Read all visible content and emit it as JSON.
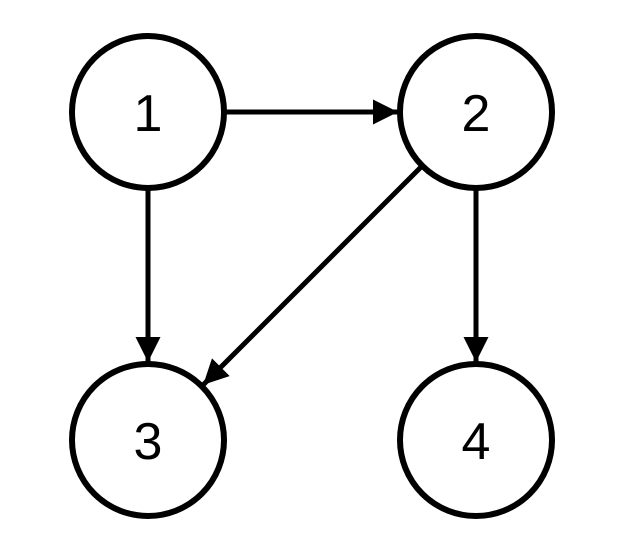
{
  "diagram": {
    "type": "directed-graph",
    "colors": {
      "stroke": "#000000",
      "fill": "#ffffff",
      "background": "#ffffff"
    },
    "nodes": [
      {
        "id": "1",
        "label": "1"
      },
      {
        "id": "2",
        "label": "2"
      },
      {
        "id": "3",
        "label": "3"
      },
      {
        "id": "4",
        "label": "4"
      }
    ],
    "edges": [
      {
        "from": "1",
        "to": "2"
      },
      {
        "from": "1",
        "to": "3"
      },
      {
        "from": "2",
        "to": "3"
      },
      {
        "from": "2",
        "to": "4"
      }
    ]
  }
}
